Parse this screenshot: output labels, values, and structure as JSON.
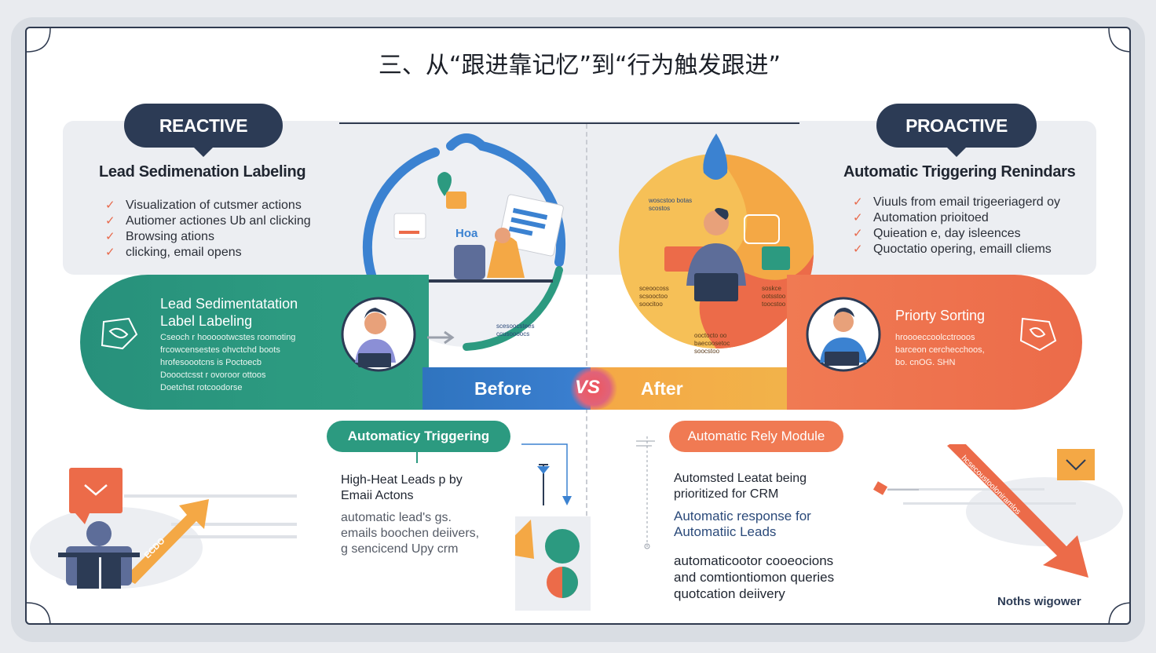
{
  "title": "三、从“跟进靠记忆”到“行为触发跟进”",
  "left_panel": {
    "tag": "REACTIVE",
    "heading": "Lead Sedimenation Labeling",
    "items": [
      "Visualization of cutsmer actions",
      "Autiomer actiones Ub anl clicking",
      "Browsing ations",
      "clicking, email opens"
    ]
  },
  "right_panel": {
    "tag": "PROACTIVE",
    "heading": "Automatic Triggering Renindars",
    "items": [
      "Viuuls from email trigeeriagerd oy",
      "Automation prioitoed",
      "Quieation e, day isleences",
      "Quoctatio opering, emaill cliems"
    ]
  },
  "teal_pill": {
    "title_line1": "Lead Sedimentatation",
    "title_line2": "Label Labeling",
    "desc": [
      "Cseoch r hoooootwcstes roomoting",
      "frcowcensestes ohvctchd boots",
      "hrofesoootcns is Poctoecb",
      "Doooctcsst r ovoroor ottoos",
      "Doetchst rotcoodorse"
    ]
  },
  "orange_pill": {
    "title": "Priorty Sorting",
    "desc": [
      "hroooeccoolcctrooos",
      "barceon cerchecchoos,",
      "bo. cnOG. SHN"
    ]
  },
  "before_label": "Before",
  "after_label": "After",
  "vs_label": "VS",
  "left_circle": {
    "card_label": "Hoa",
    "note": [
      "scesoocstees",
      "ccusoooocs"
    ]
  },
  "right_circle": {
    "note_top": [
      "woscstoo botas",
      "scostos"
    ],
    "note_left": [
      "sceoocoss",
      "scsooctoo",
      "soocitoo"
    ],
    "note_right": [
      "soskce",
      "ootsstoo",
      "toocstoo"
    ],
    "note_bottom": [
      "ooctocto oo",
      "baecoosetoc",
      "soocstoo"
    ]
  },
  "bottom_left": {
    "tag": "Automaticy Triggering",
    "heading_line1": "High-Heat Leads p by",
    "heading_line2": "Emaii Actons",
    "desc": [
      "automatic lead's gs.",
      "emails boochen deiivers,",
      "g sencicend Upy crm"
    ],
    "arrow_label": "ECDO"
  },
  "bottom_right": {
    "tag": "Automatic Rely Module",
    "heading_line1": "Automsted Leatat being",
    "heading_line2": "prioritized for CRM",
    "blue_line1": "Automatic response for",
    "blue_line2": "Automatiic Leads",
    "desc": [
      "automaticootor cooeocions",
      "and comtiontiomon queries",
      "quotcation deiivery"
    ],
    "arrow_label": "hcsecoustooloniramlos",
    "footer": "Noths wigower"
  },
  "colors": {
    "navy": "#2c3b55",
    "teal": "#2c9a80",
    "orange": "#ec6b49",
    "blue": "#2f74bf",
    "yellow": "#f4a845"
  }
}
